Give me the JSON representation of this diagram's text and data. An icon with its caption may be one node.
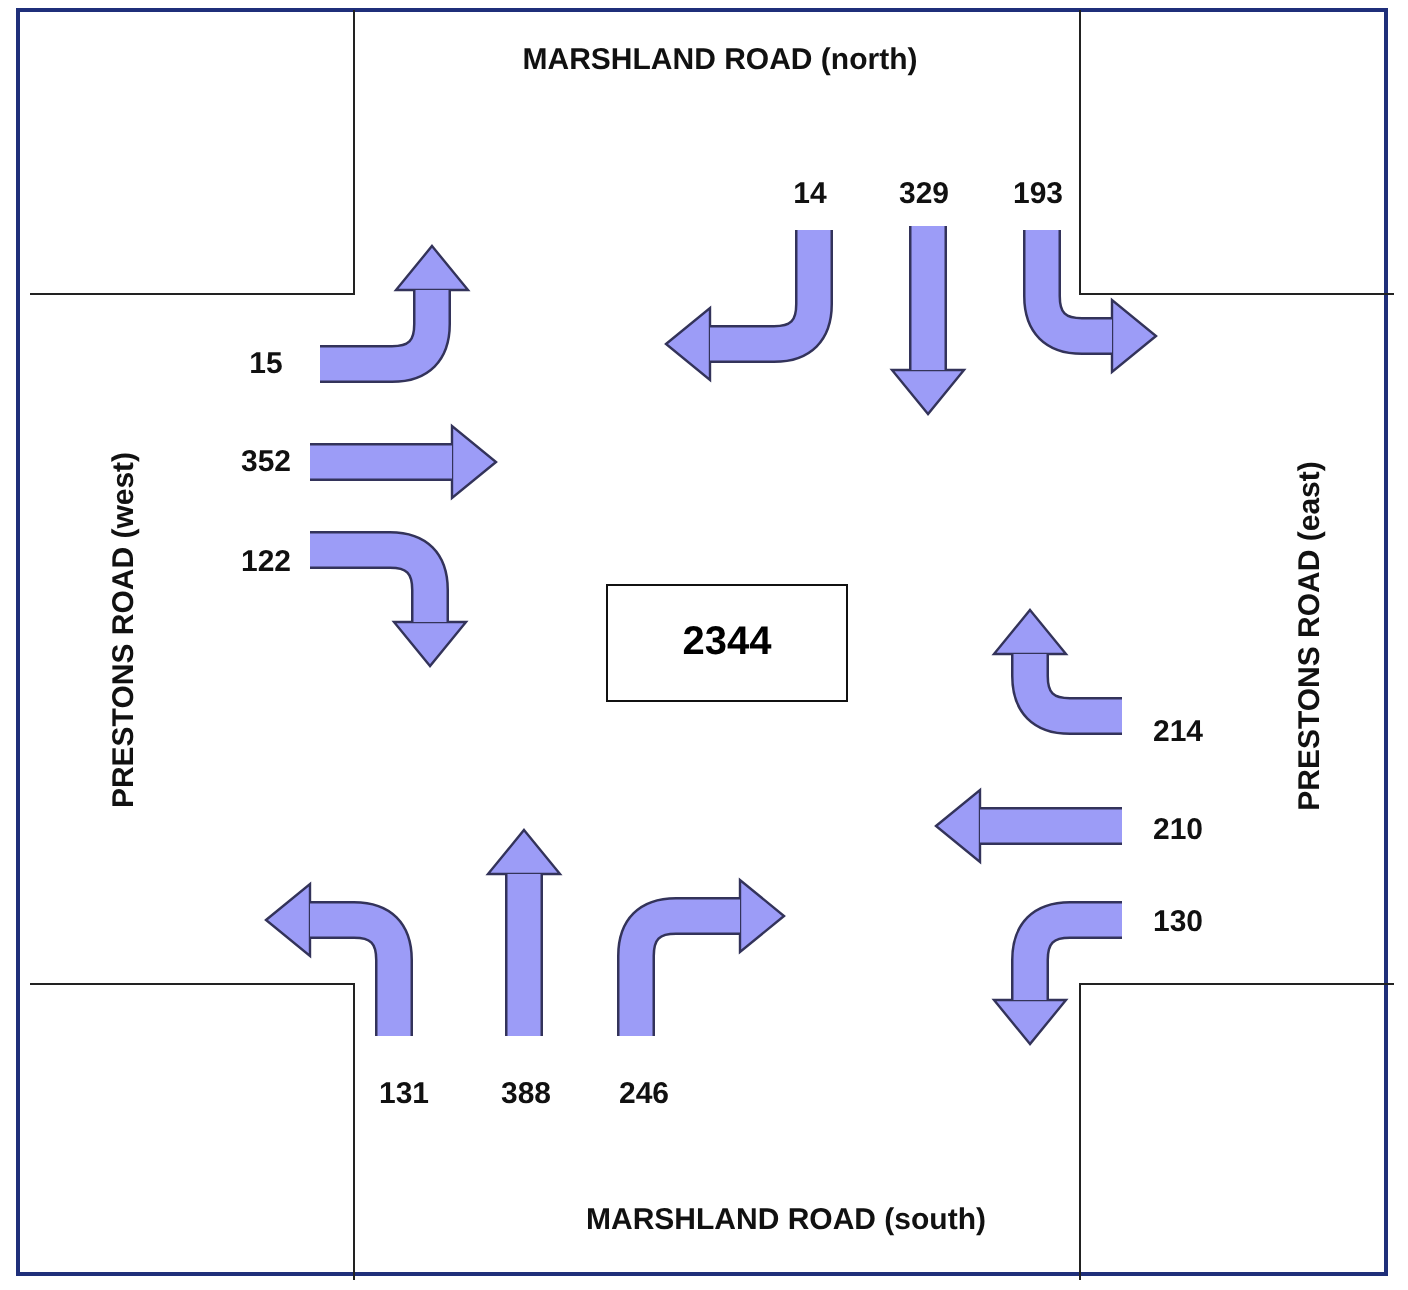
{
  "diagram": {
    "nodes": [
      {
        "text": [
          "2344"
        ]
      }
    ],
    "labels": [
      "MARSHLAND ROAD (north)",
      "14",
      "329",
      "193",
      "15",
      "352",
      "122",
      "PRESTONS ROAD (west)",
      "PRESTONS ROAD (east)",
      "214",
      "210",
      "130",
      "131",
      "388",
      "246",
      "MARSHLAND ROAD (south)"
    ]
  }
}
